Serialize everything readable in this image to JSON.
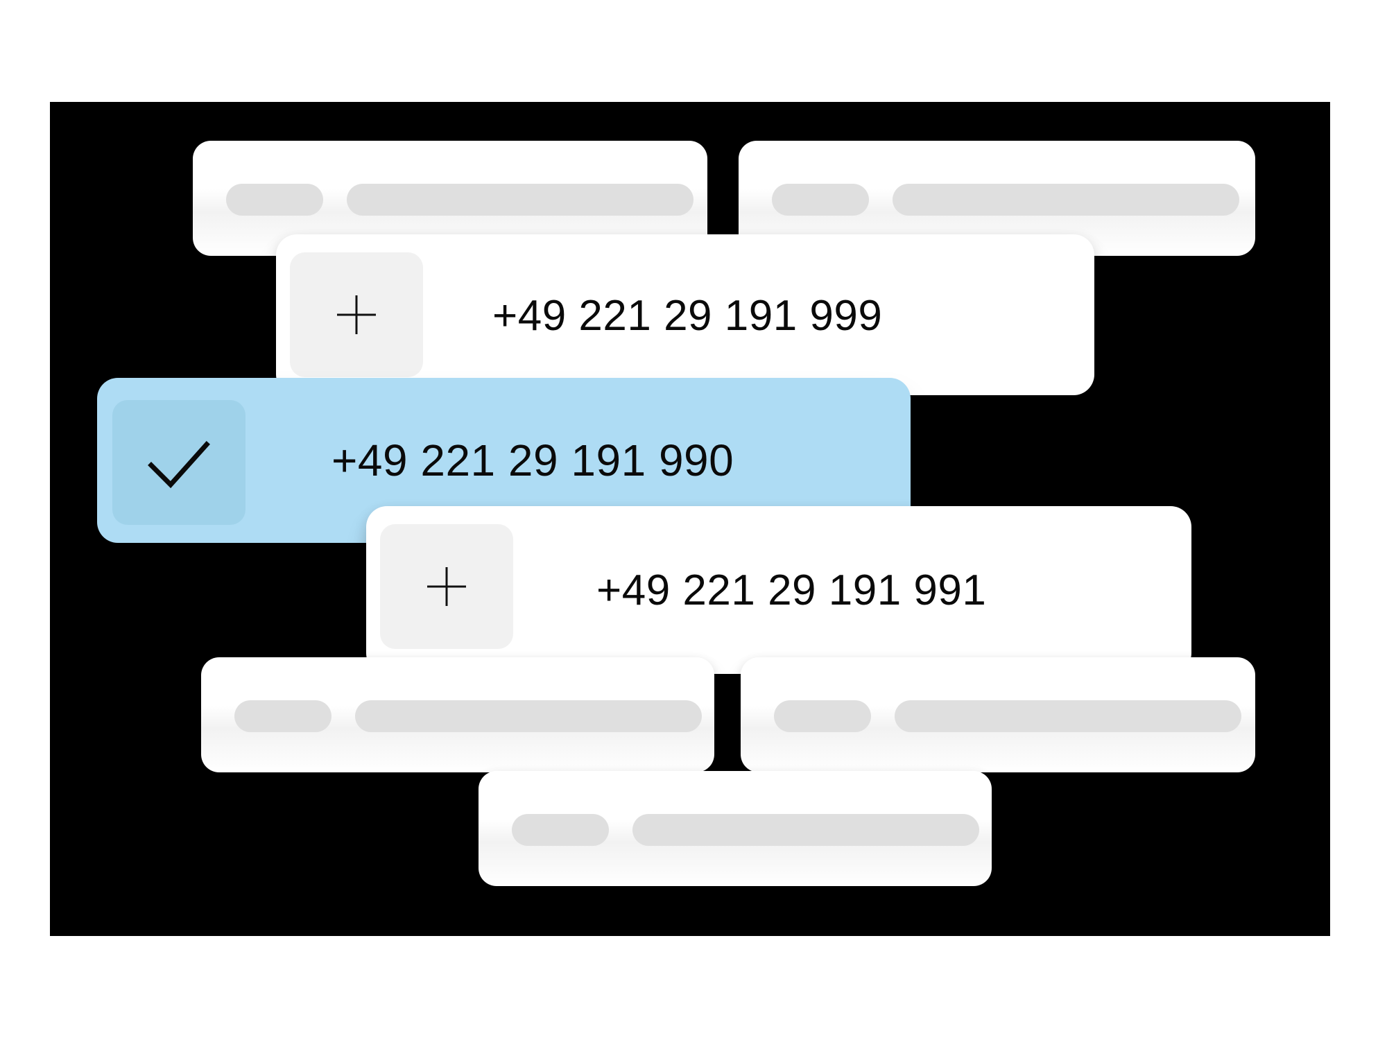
{
  "theme": {
    "page_background": "#ffffff",
    "panel_background": "#000000",
    "card_background": "#ffffff",
    "selected_background": "#aedcf4",
    "selected_icon_background": "#9fd2ea",
    "skeleton_pill_color": "#dfdfdf",
    "icon_box_background": "#f1f1f1",
    "text_color": "#0a0a0a"
  },
  "phone_rows": [
    {
      "id": "row-999",
      "number": "+49 221 29 191 999",
      "icon": "plus-icon",
      "selected": false
    },
    {
      "id": "row-990",
      "number": "+49 221 29 191 990",
      "icon": "check-icon",
      "selected": true
    },
    {
      "id": "row-991",
      "number": "+49 221 29 191 991",
      "icon": "plus-icon",
      "selected": false
    }
  ],
  "skeleton_cards": [
    {
      "id": "skeleton-top-left",
      "pills": [
        "short",
        "long"
      ]
    },
    {
      "id": "skeleton-top-right",
      "pills": [
        "short",
        "long"
      ]
    },
    {
      "id": "skeleton-bottom-left",
      "pills": [
        "short",
        "long"
      ]
    },
    {
      "id": "skeleton-bottom-right",
      "pills": [
        "short",
        "long"
      ]
    },
    {
      "id": "skeleton-footer",
      "pills": [
        "short",
        "long"
      ]
    }
  ]
}
